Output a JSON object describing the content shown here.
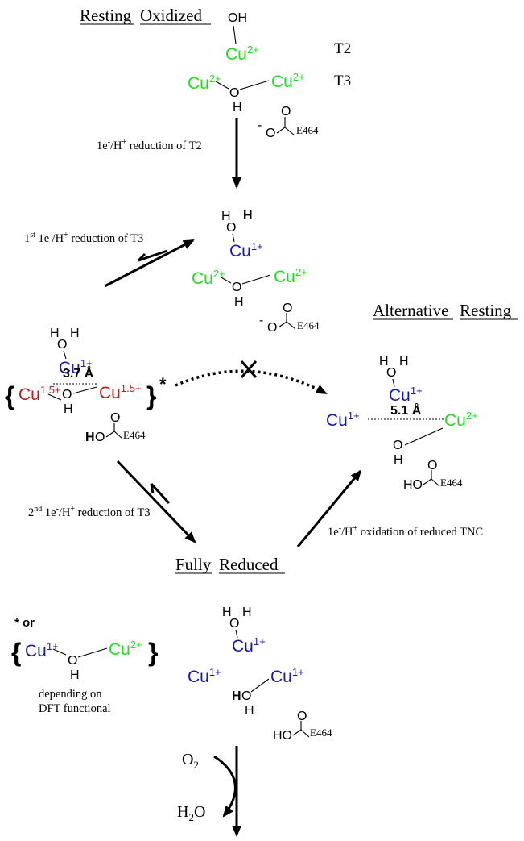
{
  "colors": {
    "cu2": "#22dd22",
    "cu1": "#1a1aaa",
    "cumix": "#c0181a",
    "text": "#000000"
  },
  "states": {
    "resting_oxidized": {
      "title_word1": "Resting",
      "title_word2": "Oxidized",
      "t2_label": "T2",
      "t3_label": "T3"
    },
    "alternative_resting": {
      "title_word1": "Alternative",
      "title_word2": "Resting",
      "distance": "5.1 Å"
    },
    "fully_reduced": {
      "title_word1": "Fully",
      "title_word2": "Reduced"
    },
    "intermediate": {
      "distance": "3.7 Å",
      "asterisk": "*"
    }
  },
  "atoms": {
    "O": "O",
    "H": "H",
    "OH": "OH",
    "HO": "HO",
    "cu": "Cu",
    "charge2": "2+",
    "charge1": "1+",
    "charge15": "1.5+",
    "residue": "E464",
    "minus": "-"
  },
  "steps": {
    "step1": {
      "a": "1e",
      "b": "-",
      "c": "/H",
      "d": "+",
      "e": " reduction of T2"
    },
    "step2": {
      "a": "1",
      "b": "st",
      "c": " 1e",
      "d": "-",
      "e": "/H",
      "f": "+",
      "g": " reduction of T3"
    },
    "step3": {
      "a": "2",
      "b": "nd",
      "c": " 1e",
      "d": "-",
      "e": "/H",
      "f": "+",
      "g": " reduction of T3"
    },
    "step4": {
      "a": "1e",
      "b": "-",
      "c": "/H",
      "d": "+",
      "e": " oxidation of reduced TNC"
    }
  },
  "footnote": {
    "marker": "* or",
    "line1": "depending on",
    "line2": "DFT functional"
  },
  "o2": {
    "o2_main": "O",
    "o2_sub": "2",
    "h2o_h": "H",
    "h2o_sub": "2",
    "h2o_o": "O"
  }
}
